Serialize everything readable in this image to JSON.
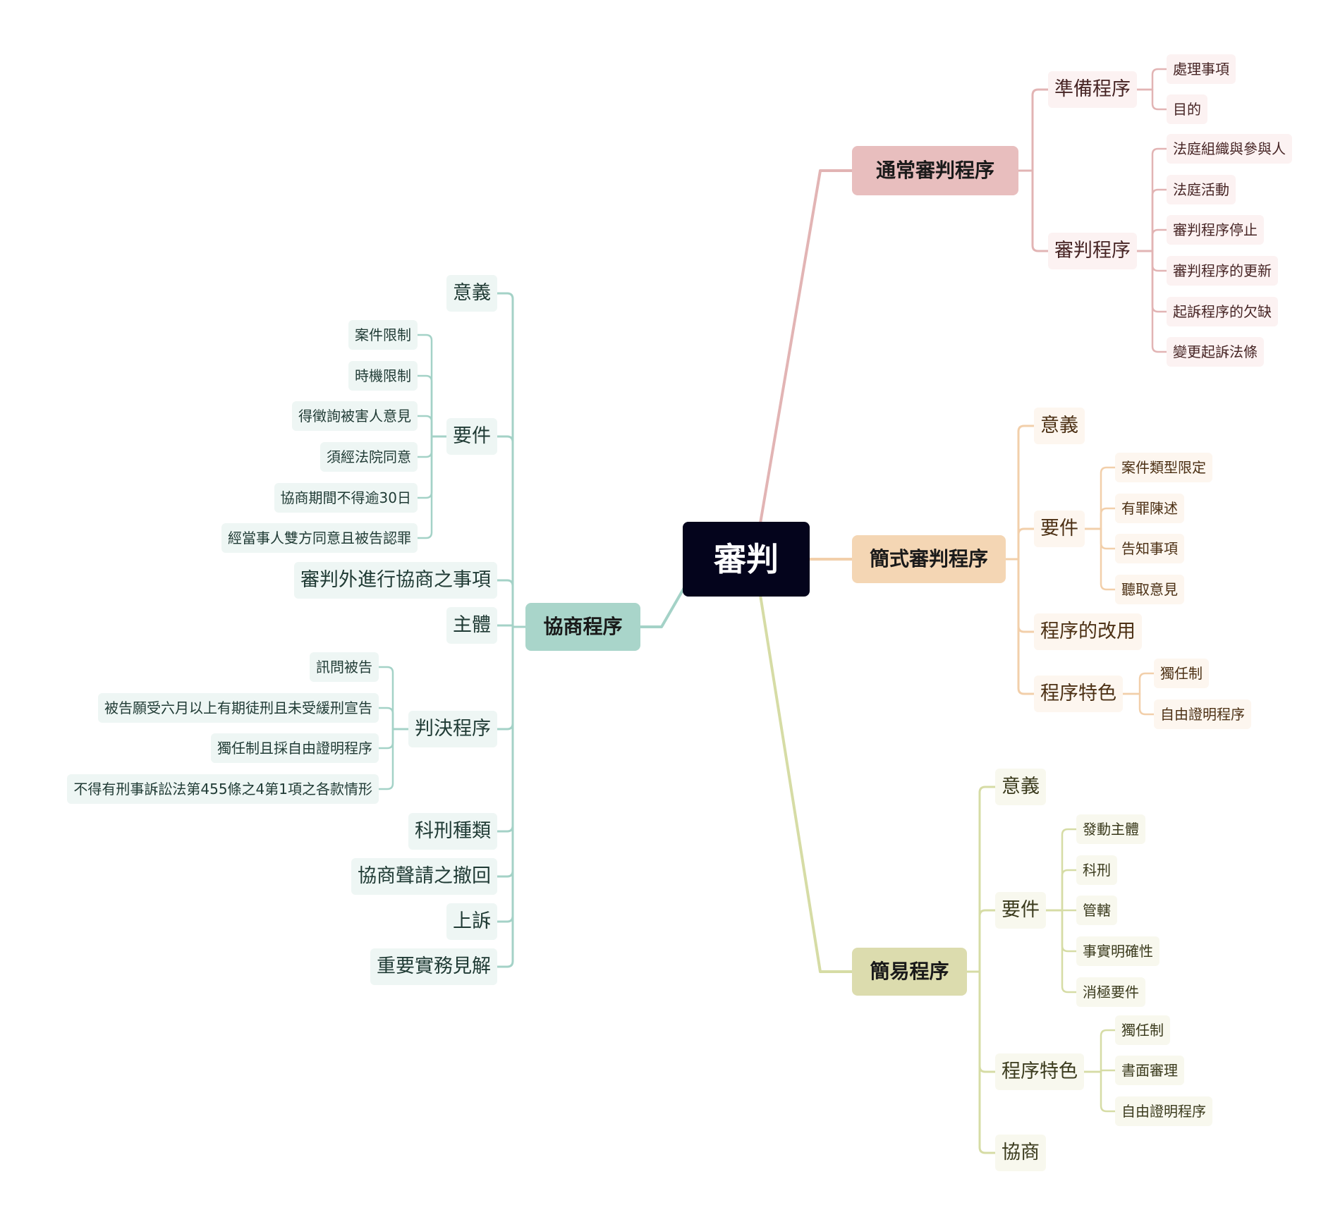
{
  "root": "審判",
  "colors": {
    "rose": "#e2b4b4",
    "peach": "#f2cfaa",
    "olive": "#d6dca5",
    "teal": "#a4d2c7",
    "root": "#04041c"
  },
  "branches": [
    {
      "label": "通常審判程序",
      "color": "rose",
      "children": [
        {
          "label": "準備程序",
          "children": [
            "處理事項",
            "目的"
          ]
        },
        {
          "label": "審判程序",
          "children": [
            "法庭組織與參與人",
            "法庭活動",
            "審判程序停止",
            "審判程序的更新",
            "起訴程序的欠缺",
            "變更起訴法條"
          ]
        }
      ]
    },
    {
      "label": "簡式審判程序",
      "color": "peach",
      "children": [
        {
          "label": "意義",
          "children": []
        },
        {
          "label": "要件",
          "children": [
            "案件類型限定",
            "有罪陳述",
            "告知事項",
            "聽取意見"
          ]
        },
        {
          "label": "程序的改用",
          "children": []
        },
        {
          "label": "程序特色",
          "children": [
            "獨任制",
            "自由證明程序"
          ]
        }
      ]
    },
    {
      "label": "簡易程序",
      "color": "olive",
      "children": [
        {
          "label": "意義",
          "children": []
        },
        {
          "label": "要件",
          "children": [
            "發動主體",
            "科刑",
            "管轄",
            "事實明確性",
            "消極要件"
          ]
        },
        {
          "label": "程序特色",
          "children": [
            "獨任制",
            "書面審理",
            "自由證明程序"
          ]
        },
        {
          "label": "協商",
          "children": []
        }
      ]
    },
    {
      "label": "協商程序",
      "color": "teal",
      "children": [
        {
          "label": "意義",
          "children": []
        },
        {
          "label": "要件",
          "children": [
            "案件限制",
            "時機限制",
            "得徵詢被害人意見",
            "須經法院同意",
            "協商期間不得逾30日",
            "經當事人雙方同意且被告認罪"
          ]
        },
        {
          "label": "審判外進行協商之事項",
          "children": []
        },
        {
          "label": "主體",
          "children": []
        },
        {
          "label": "判決程序",
          "children": [
            "訊問被告",
            "被告願受六月以上有期徒刑且未受緩刑宣告",
            "獨任制且採自由證明程序",
            "不得有刑事訴訟法第455條之4第1項之各款情形"
          ]
        },
        {
          "label": "科刑種類",
          "children": []
        },
        {
          "label": "協商聲請之撤回",
          "children": []
        },
        {
          "label": "上訴",
          "children": []
        },
        {
          "label": "重要實務見解",
          "children": []
        }
      ]
    }
  ]
}
